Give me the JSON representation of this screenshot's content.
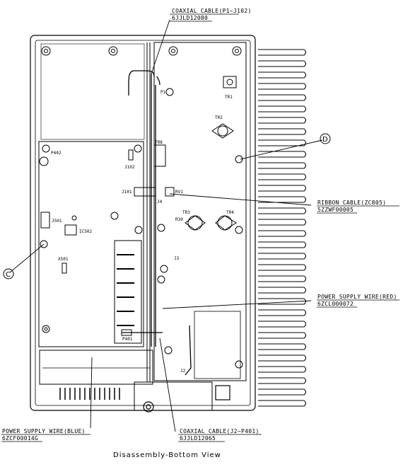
{
  "caption": "Disassembly-Bottom View",
  "callouts": [
    {
      "name": "coaxial-cable-p1-j102",
      "line1": "COAXIAL CABLE(P1~J102)",
      "line2": "6JJLD12080"
    },
    {
      "name": "ribbon-cable",
      "line1": "RIBBON CABLE(ZC805)",
      "line2": "5ZZWF00005"
    },
    {
      "name": "power-supply-wire-red",
      "line1": "POWER SUPPLY WIRE(RED)",
      "line2": "6ZCL000072"
    },
    {
      "name": "power-supply-wire-blue",
      "line1": "POWER SUPPLY WIRE(BLUE)",
      "line2": "6ZCF00014G"
    },
    {
      "name": "coaxial-cable-j2-p401",
      "line1": "COAXIAL CABLE(J2~P401)",
      "line2": "6JJLD12065"
    }
  ],
  "markers": {
    "d": "D",
    "c": "C"
  },
  "parts": {
    "p1": "P1",
    "tr1": "TR1",
    "tr2": "TR2",
    "tr8": "TR8",
    "j102": "J102",
    "p402": "P402",
    "j101": "J101",
    "rv1": "RV1",
    "j4": "J4",
    "tr3": "TR3",
    "tr4": "TR4",
    "r30": "R30",
    "j501": "J501",
    "ic502": "IC502",
    "x501": "X501",
    "j3": "J3",
    "p401": "P401",
    "j2": "J2"
  }
}
